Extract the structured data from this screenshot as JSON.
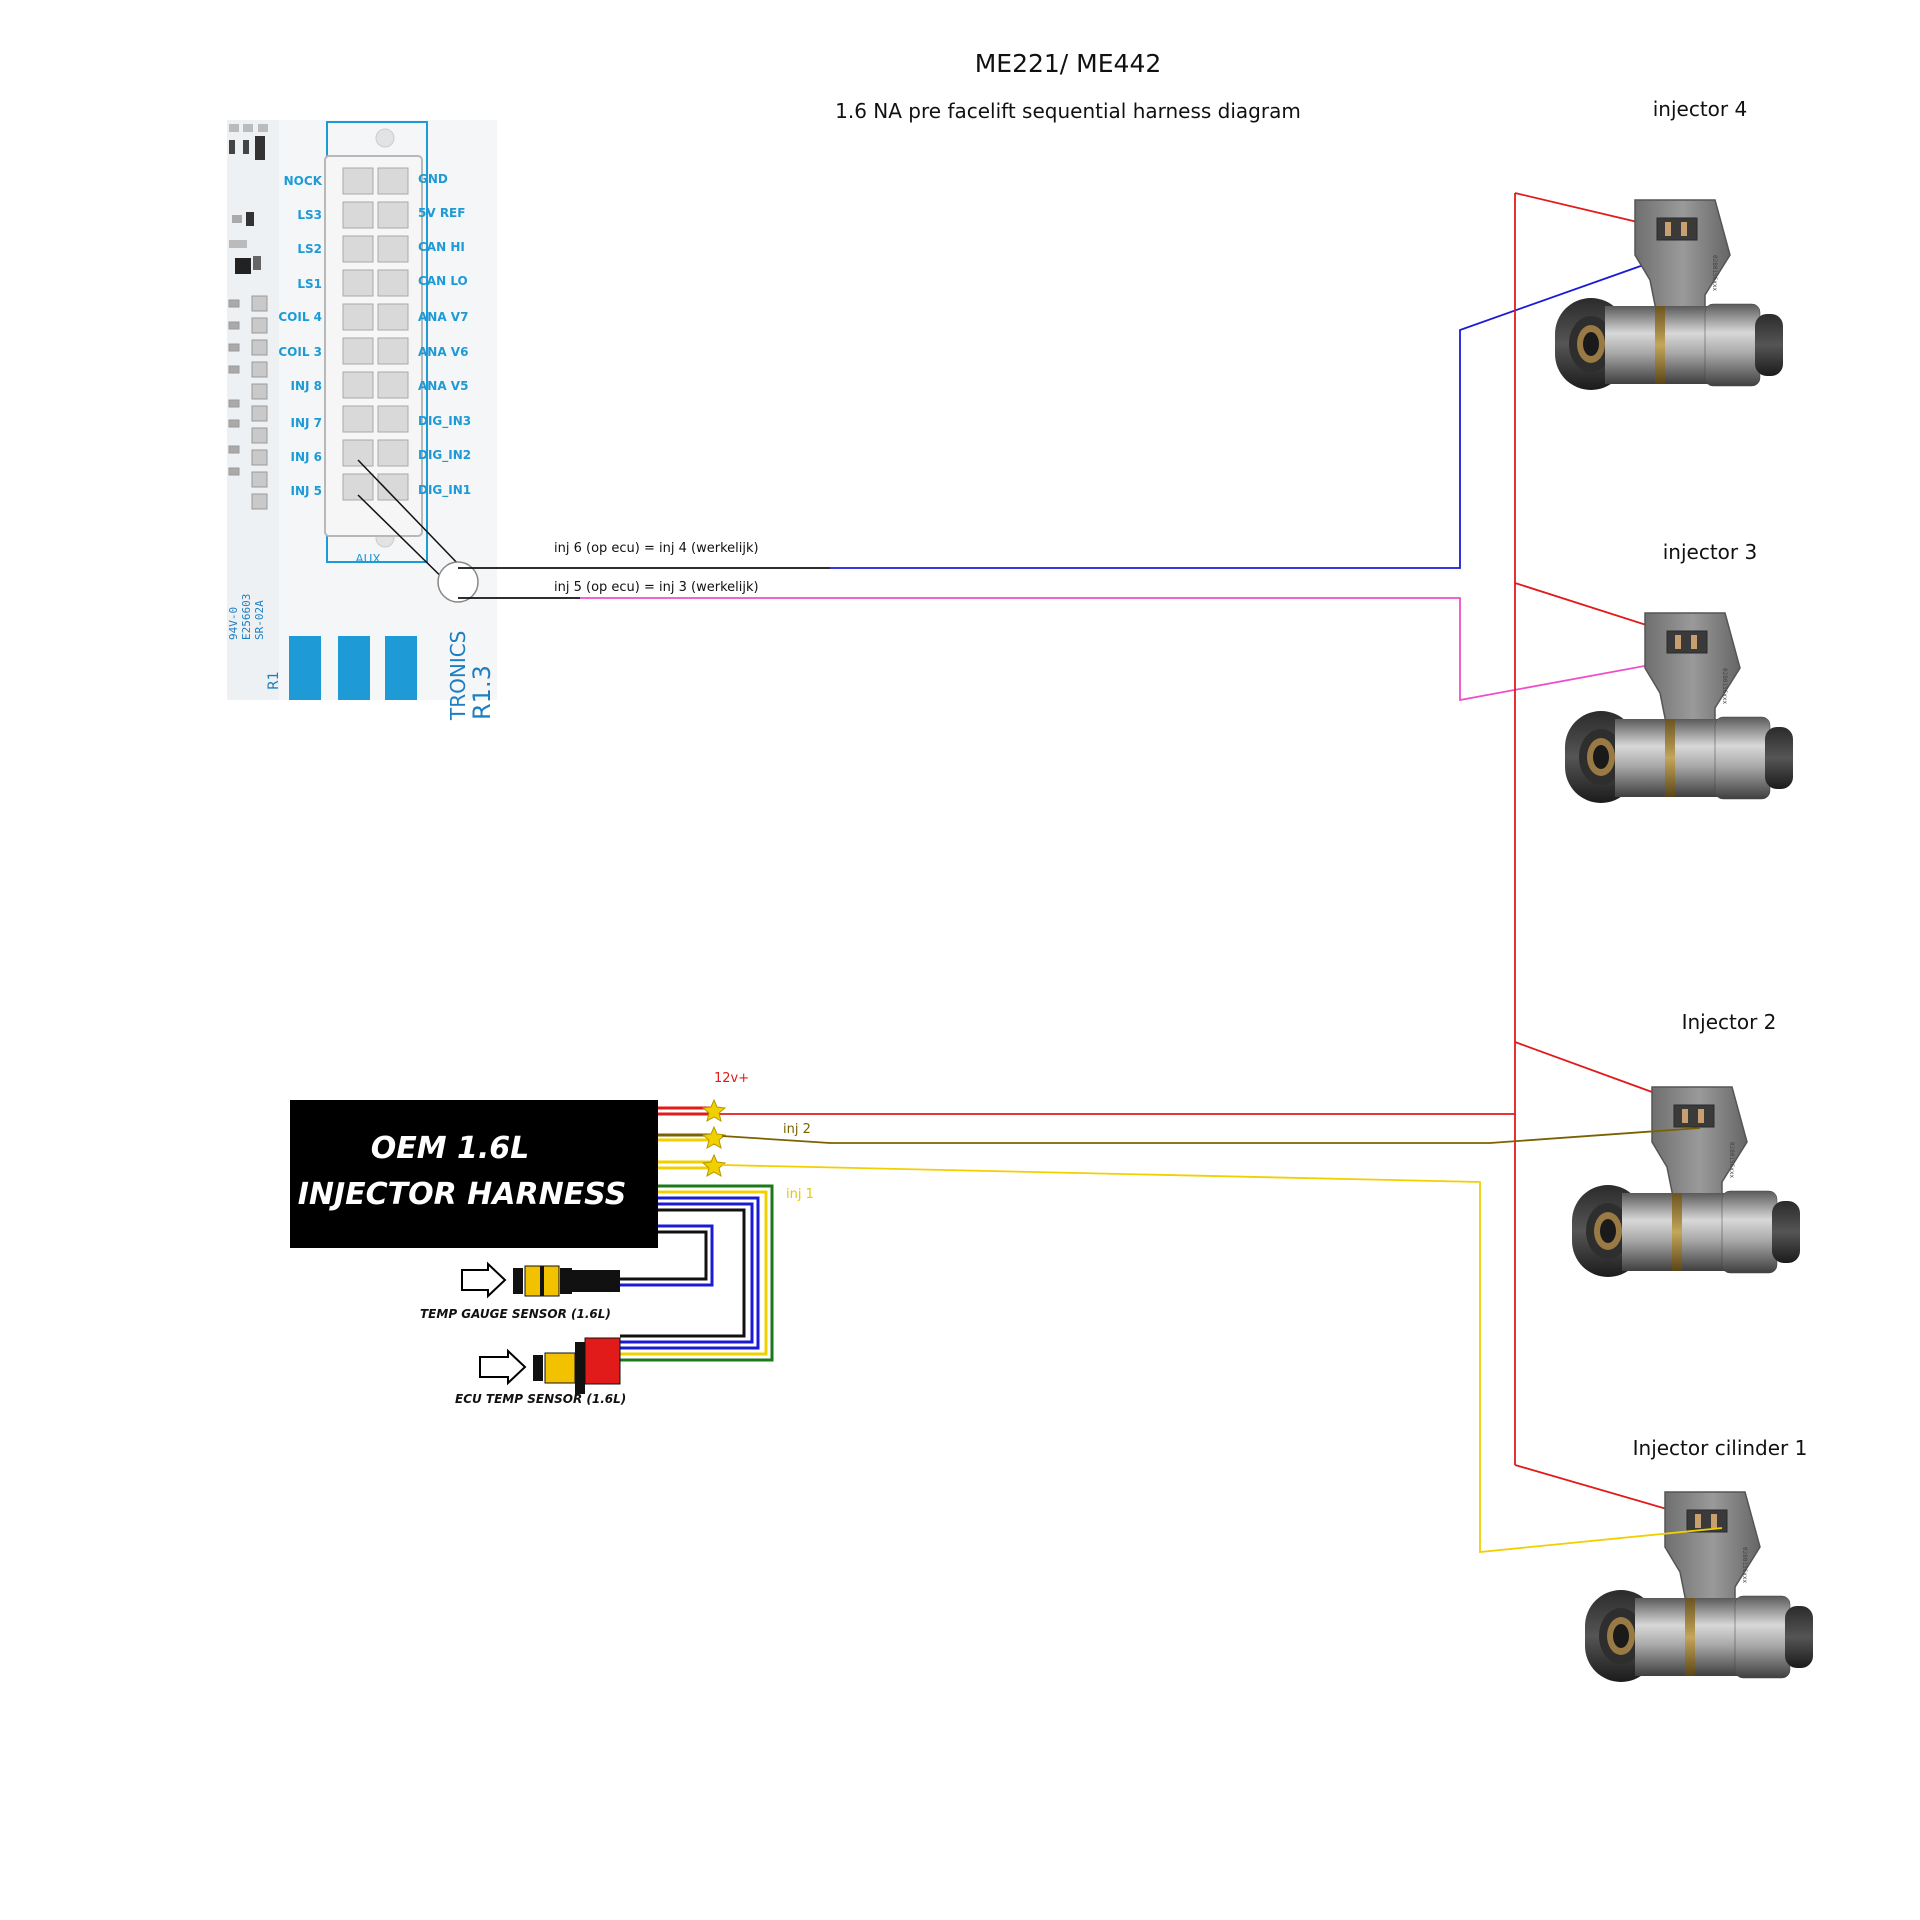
{
  "title": "ME221/ ME442",
  "subtitle": "1.6 NA pre facelift sequential harness diagram",
  "ecu_board": {
    "connector_label": "AUX",
    "left_pins": [
      "NOCK",
      "LS3",
      "LS2",
      "LS1",
      "COIL 4",
      "COIL 3",
      "INJ 8",
      "INJ 7",
      "INJ 6",
      "INJ 5"
    ],
    "right_pins": [
      "GND",
      "5V REF",
      "CAN HI",
      "CAN LO",
      "ANA V7",
      "ANA V6",
      "ANA V5",
      "DIG_IN3",
      "DIG_IN2",
      "DIG_IN1"
    ],
    "silkscreen": [
      "94V-0",
      "E256603",
      "SR-02A"
    ],
    "brand_text": "TRONICS",
    "revision": "R1.3",
    "r_label": "R1"
  },
  "wire_notes": {
    "inj6": "inj 6 (op ecu) = inj 4 (werkelijk)",
    "inj5": "inj 5  (op ecu) = inj 3 (werkelijk)"
  },
  "injectors": {
    "inj4": "injector 4",
    "inj3": "injector 3",
    "inj2": "Injector 2",
    "inj1": "Injector cilinder 1"
  },
  "harness": {
    "line1": "OEM 1.6L",
    "line2": "INJECTOR HARNESS",
    "tag_12v": "12v+",
    "tag_inj2": "inj 2",
    "tag_inj1": "inj 1",
    "temp_gauge_sensor": "TEMP GAUGE SENSOR (1.6L)",
    "ecu_temp_sensor": "ECU TEMP SENSOR (1.6L)"
  },
  "colors": {
    "red": "#e11a1a",
    "blue": "#1b1bd6",
    "pink": "#ee4fc9",
    "olive": "#7a6200",
    "yellow": "#f2d000",
    "tag_inj2": "#7a6200",
    "tag_inj1": "#e6c800",
    "tag_12v": "#e11a1a",
    "board_blue": "#1e9ad6"
  }
}
